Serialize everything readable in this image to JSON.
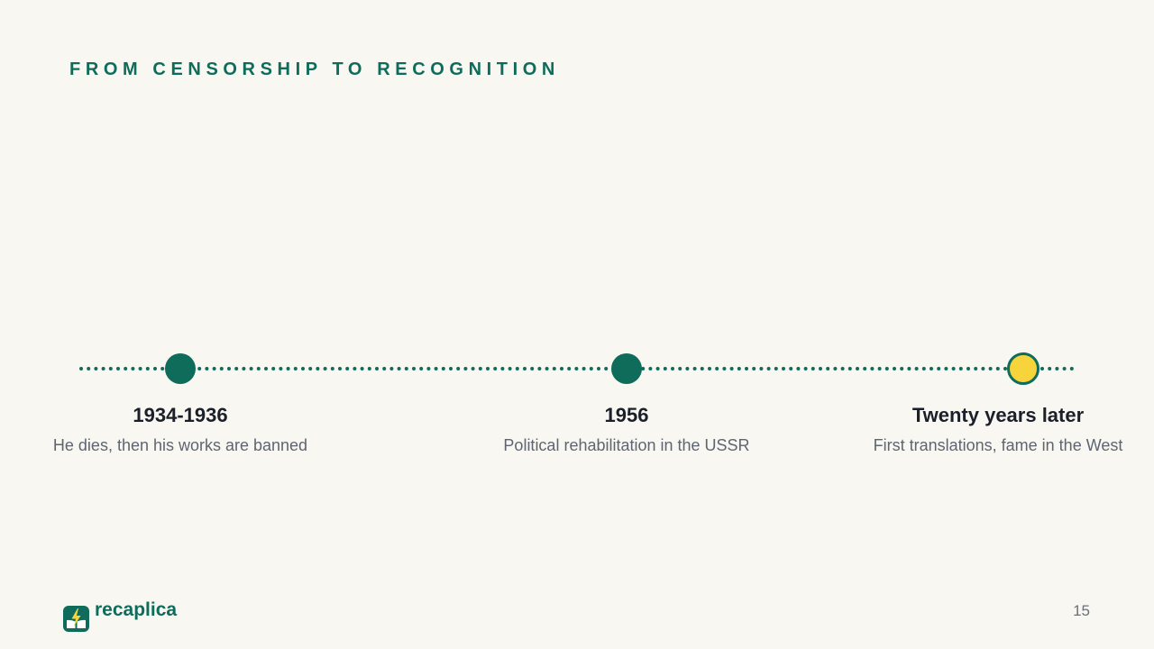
{
  "slide": {
    "title": "FROM CENSORSHIP TO RECOGNITION",
    "page_number": "15"
  },
  "brand": {
    "name": "recaplica",
    "icon": "book-lightning-icon"
  },
  "timeline": {
    "events": [
      {
        "date": "1934-1936",
        "description": "He dies, then his works are banned",
        "marker": "filled"
      },
      {
        "date": "1956",
        "description": "Political rehabilitation in the USSR",
        "marker": "filled"
      },
      {
        "date": "Twenty years later",
        "description": "First translations, fame in the West",
        "marker": "highlighted"
      }
    ]
  },
  "colors": {
    "background": "#f8f7f2",
    "accent": "#0f6b5a",
    "highlight": "#f7d43c",
    "date_text": "#1b1f2a",
    "description_text": "#5f6570"
  }
}
